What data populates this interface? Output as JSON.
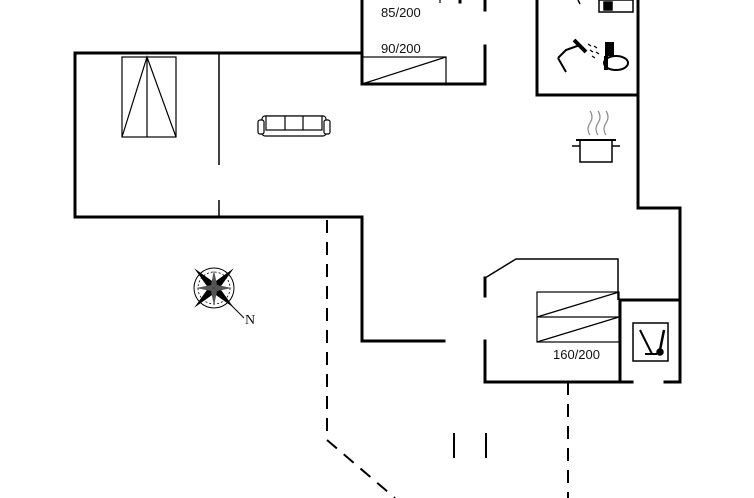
{
  "floorplan": {
    "bed_labels": {
      "upper_left_bunk": "85/200",
      "lower_left_bunk": "90/200",
      "double_bed": "160/200"
    },
    "compass": {
      "north_label": "N"
    },
    "icons": [
      "sofa-icon",
      "cooking-pot-icon",
      "shower-icon",
      "toilet-icon",
      "washbasin-icon",
      "utility-tools-icon",
      "compass-rose-icon",
      "skylight-icon"
    ]
  }
}
